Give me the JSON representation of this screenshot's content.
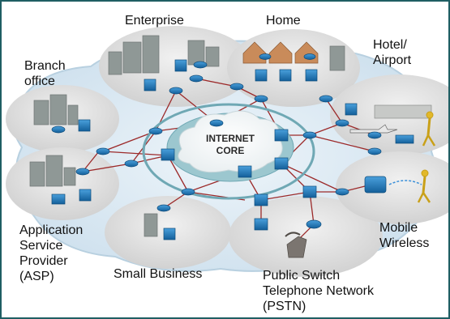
{
  "diagram": {
    "core": {
      "line1": "INTERNET",
      "line2": "CORE"
    },
    "labels": {
      "enterprise": "Enterprise",
      "home": "Home",
      "hotel_line1": "Hotel/",
      "hotel_line2": "Airport",
      "branch_line1": "Branch",
      "branch_line2": "office",
      "asp_line1": "Application",
      "asp_line2": "Service",
      "asp_line3": "Provider",
      "asp_line4": "(ASP)",
      "small_business": "Small Business",
      "pstn_line1": "Public Switch",
      "pstn_line2": "Telephone Network",
      "pstn_line3": "(PSTN)",
      "mobile_line1": "Mobile",
      "mobile_line2": "Wireless"
    },
    "colors": {
      "frame": "#1f5e63",
      "cloud": "#dce9f3",
      "core": "#9cc7cf",
      "ring": "#6fa8b4",
      "region": "#d9d9d9",
      "link": "#9c2a2a",
      "device": "#1a6fb0",
      "building": "#8f9896",
      "wireless": "#d7a51a"
    }
  }
}
